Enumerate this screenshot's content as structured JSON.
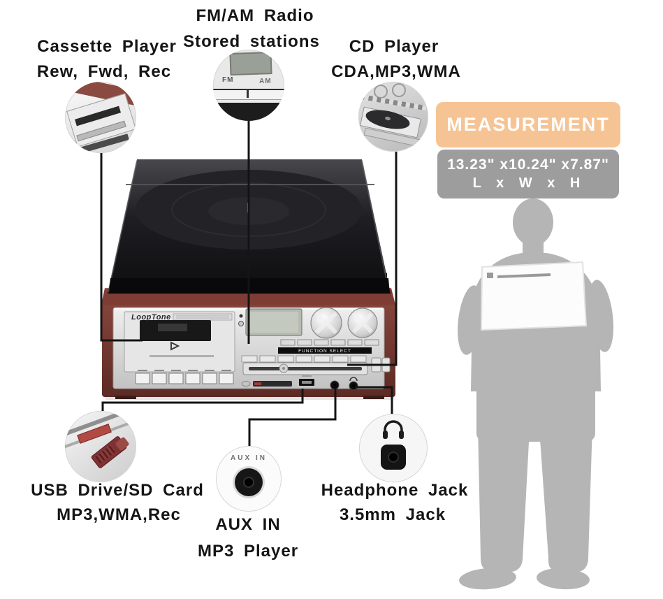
{
  "canvas": {
    "background": "#ffffff"
  },
  "callouts": {
    "cassette": {
      "title": "Cassette Player",
      "subtitle": "Rew, Fwd, Rec"
    },
    "radio": {
      "title": "FM/AM Radio",
      "subtitle": "Stored stations",
      "fm": "FM",
      "am": "AM"
    },
    "cd": {
      "title": "CD Player",
      "subtitle": "CDA,MP3,WMA"
    },
    "usb": {
      "title": "USB Drive/SD Card",
      "subtitle": "MP3,WMA,Rec"
    },
    "aux": {
      "title": "AUX IN",
      "subtitle": "MP3 Player",
      "port_label": "AUX IN"
    },
    "headphone": {
      "title": "Headphone Jack",
      "subtitle": "3.5mm Jack"
    }
  },
  "measurement": {
    "title": "MEASUREMENT",
    "dimensions": "13.23\"  x10.24\"  x7.87\"",
    "legend": "L x W x H",
    "title_bg": "#f6c494",
    "panel_bg": "#9d9d9d",
    "text_color": "#ffffff"
  },
  "device": {
    "brand": "LoopTone",
    "function_select_label": "FUNCTION SELECT"
  },
  "colors": {
    "label_text": "#151515",
    "callout_line": "#141414",
    "silhouette_gray": "#b5b5b5",
    "wood_brown": "#6a322b",
    "front_panel_silver": "#d9d9d9",
    "dust_cover_dark": "#1c1c20"
  }
}
